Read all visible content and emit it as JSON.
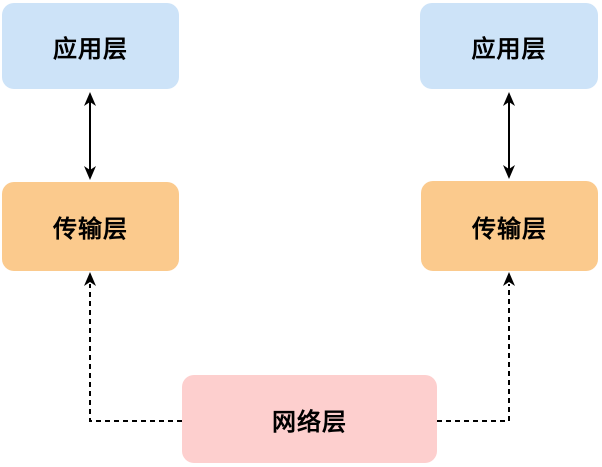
{
  "diagram": {
    "type": "layer-architecture",
    "nodes": [
      {
        "id": "app-left",
        "label": "应用层",
        "color": "#cde3f8",
        "shape": "rounded-rect"
      },
      {
        "id": "app-right",
        "label": "应用层",
        "color": "#cde3f8",
        "shape": "rounded-rect"
      },
      {
        "id": "transport-left",
        "label": "传输层",
        "color": "#fbca8d",
        "shape": "rounded-rect"
      },
      {
        "id": "transport-right",
        "label": "传输层",
        "color": "#fbca8d",
        "shape": "rounded-rect"
      },
      {
        "id": "network-center",
        "label": "网络层",
        "color": "#fdcfce",
        "shape": "rounded-rect"
      }
    ],
    "edges": [
      {
        "from": "app-left",
        "to": "transport-left",
        "style": "solid",
        "direction": "bidirectional"
      },
      {
        "from": "app-right",
        "to": "transport-right",
        "style": "solid",
        "direction": "bidirectional"
      },
      {
        "from": "network-center",
        "to": "transport-left",
        "style": "dashed",
        "direction": "to-transport",
        "routing": "elbow"
      },
      {
        "from": "network-center",
        "to": "transport-right",
        "style": "dashed",
        "direction": "to-transport",
        "routing": "elbow"
      }
    ],
    "colors": {
      "application_layer": "#cde3f8",
      "transport_layer": "#fbca8d",
      "network_layer": "#fdcfce",
      "arrow": "#000000",
      "text": "#000000",
      "background": "#ffffff"
    }
  }
}
